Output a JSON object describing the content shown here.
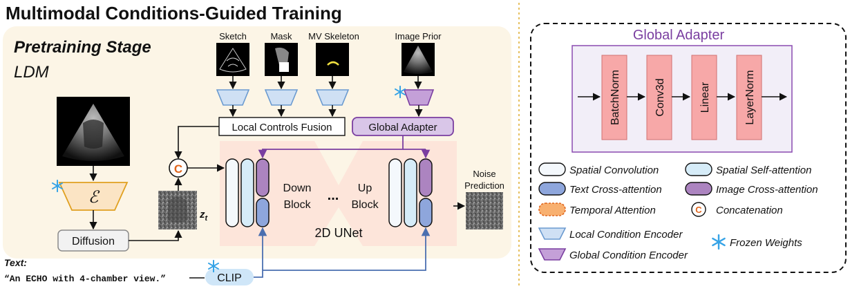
{
  "title": "Multimodal Conditions-Guided Training",
  "stage": {
    "title": "Pretraining Stage",
    "model": "LDM"
  },
  "inputs": {
    "sketch": "Sketch",
    "mask": "Mask",
    "mv_skeleton": "MV Skeleton",
    "image_prior": "Image Prior"
  },
  "blocks": {
    "local_controls_fusion": "Local Controls Fusion",
    "global_adapter": "Global Adapter",
    "diffusion": "Diffusion",
    "encoder_symbol": "ℰ",
    "latent_label": "z",
    "latent_subscript": "t",
    "concat_symbol": "C",
    "down_block_1": "Down",
    "down_block_2": "Block",
    "ellipsis": "...",
    "up_block_1": "Up",
    "up_block_2": "Block",
    "unet_label": "2D UNet",
    "noise_prediction_1": "Noise",
    "noise_prediction_2": "Prediction",
    "clip": "CLIP"
  },
  "text_prompt": {
    "label": "Text:",
    "value": "“An ECHO with 4-chamber view.”"
  },
  "adapter_detail": {
    "title": "Global Adapter",
    "layers": [
      "BatchNorm",
      "Conv3d",
      "Linear",
      "LayerNorm"
    ]
  },
  "legend": [
    {
      "label": "Spatial Convolution"
    },
    {
      "label": "Spatial Self-attention"
    },
    {
      "label": "Text Cross-attention"
    },
    {
      "label": "Image Cross-attention"
    },
    {
      "label": "Temporal Attention"
    },
    {
      "label": "Concatenation"
    },
    {
      "label": "Local Condition Encoder"
    },
    {
      "label": "Frozen Weights"
    },
    {
      "label": "Global Condition Encoder"
    }
  ],
  "colors": {
    "stage_bg": "#fcf5e6",
    "unet_bg": "#fde5da",
    "spatial_conv": "#f4f8fc",
    "self_attn": "#d6ecf8",
    "text_xattn": "#8ea6dc",
    "image_xattn": "#ac84c0",
    "purple": "#7a3ea0",
    "blue_line": "#4a6fb0",
    "local_enc": "#cfe0f4",
    "adapter_layer": "#f7a8a8",
    "adapter_bg": "#f2eef8",
    "encoder_fill": "#fbe4c4",
    "encoder_stroke": "#e0a020",
    "concat": "#e0651c",
    "snowflake": "#36a3e6",
    "divider": "#e6c060"
  }
}
